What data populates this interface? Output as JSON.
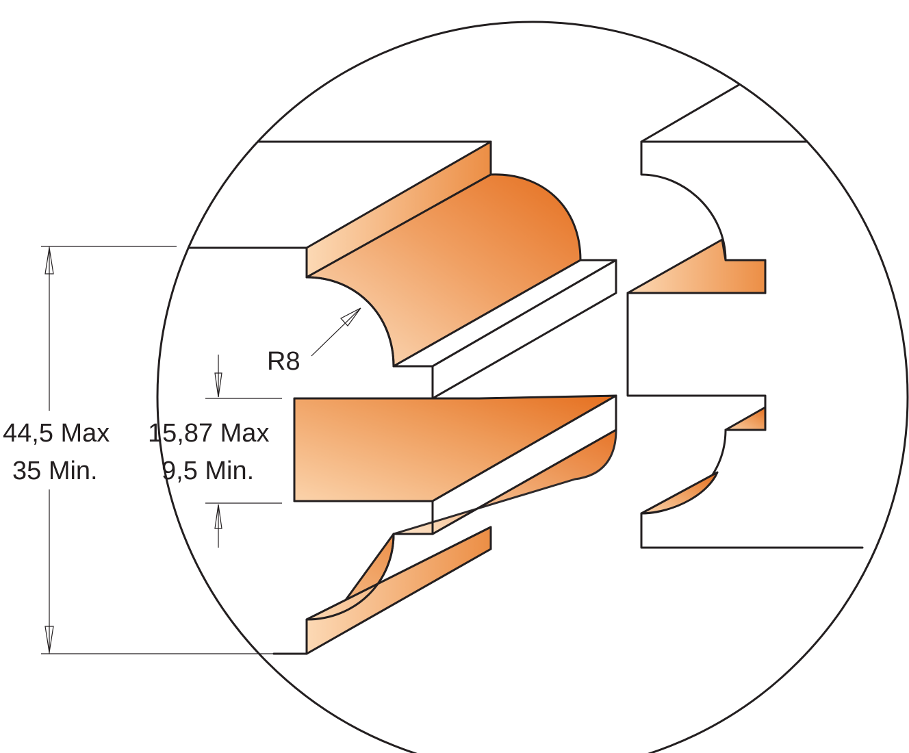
{
  "labels": {
    "radius": "R8",
    "total_max": "44,5 Max",
    "total_min": "35 Min.",
    "gap_max": "15,87 Max",
    "gap_min": "9,5 Min."
  },
  "colors": {
    "accent": "#e87d2e",
    "accent_light": "#fbd9b6",
    "outline": "#231f20",
    "background": "#ffffff"
  }
}
